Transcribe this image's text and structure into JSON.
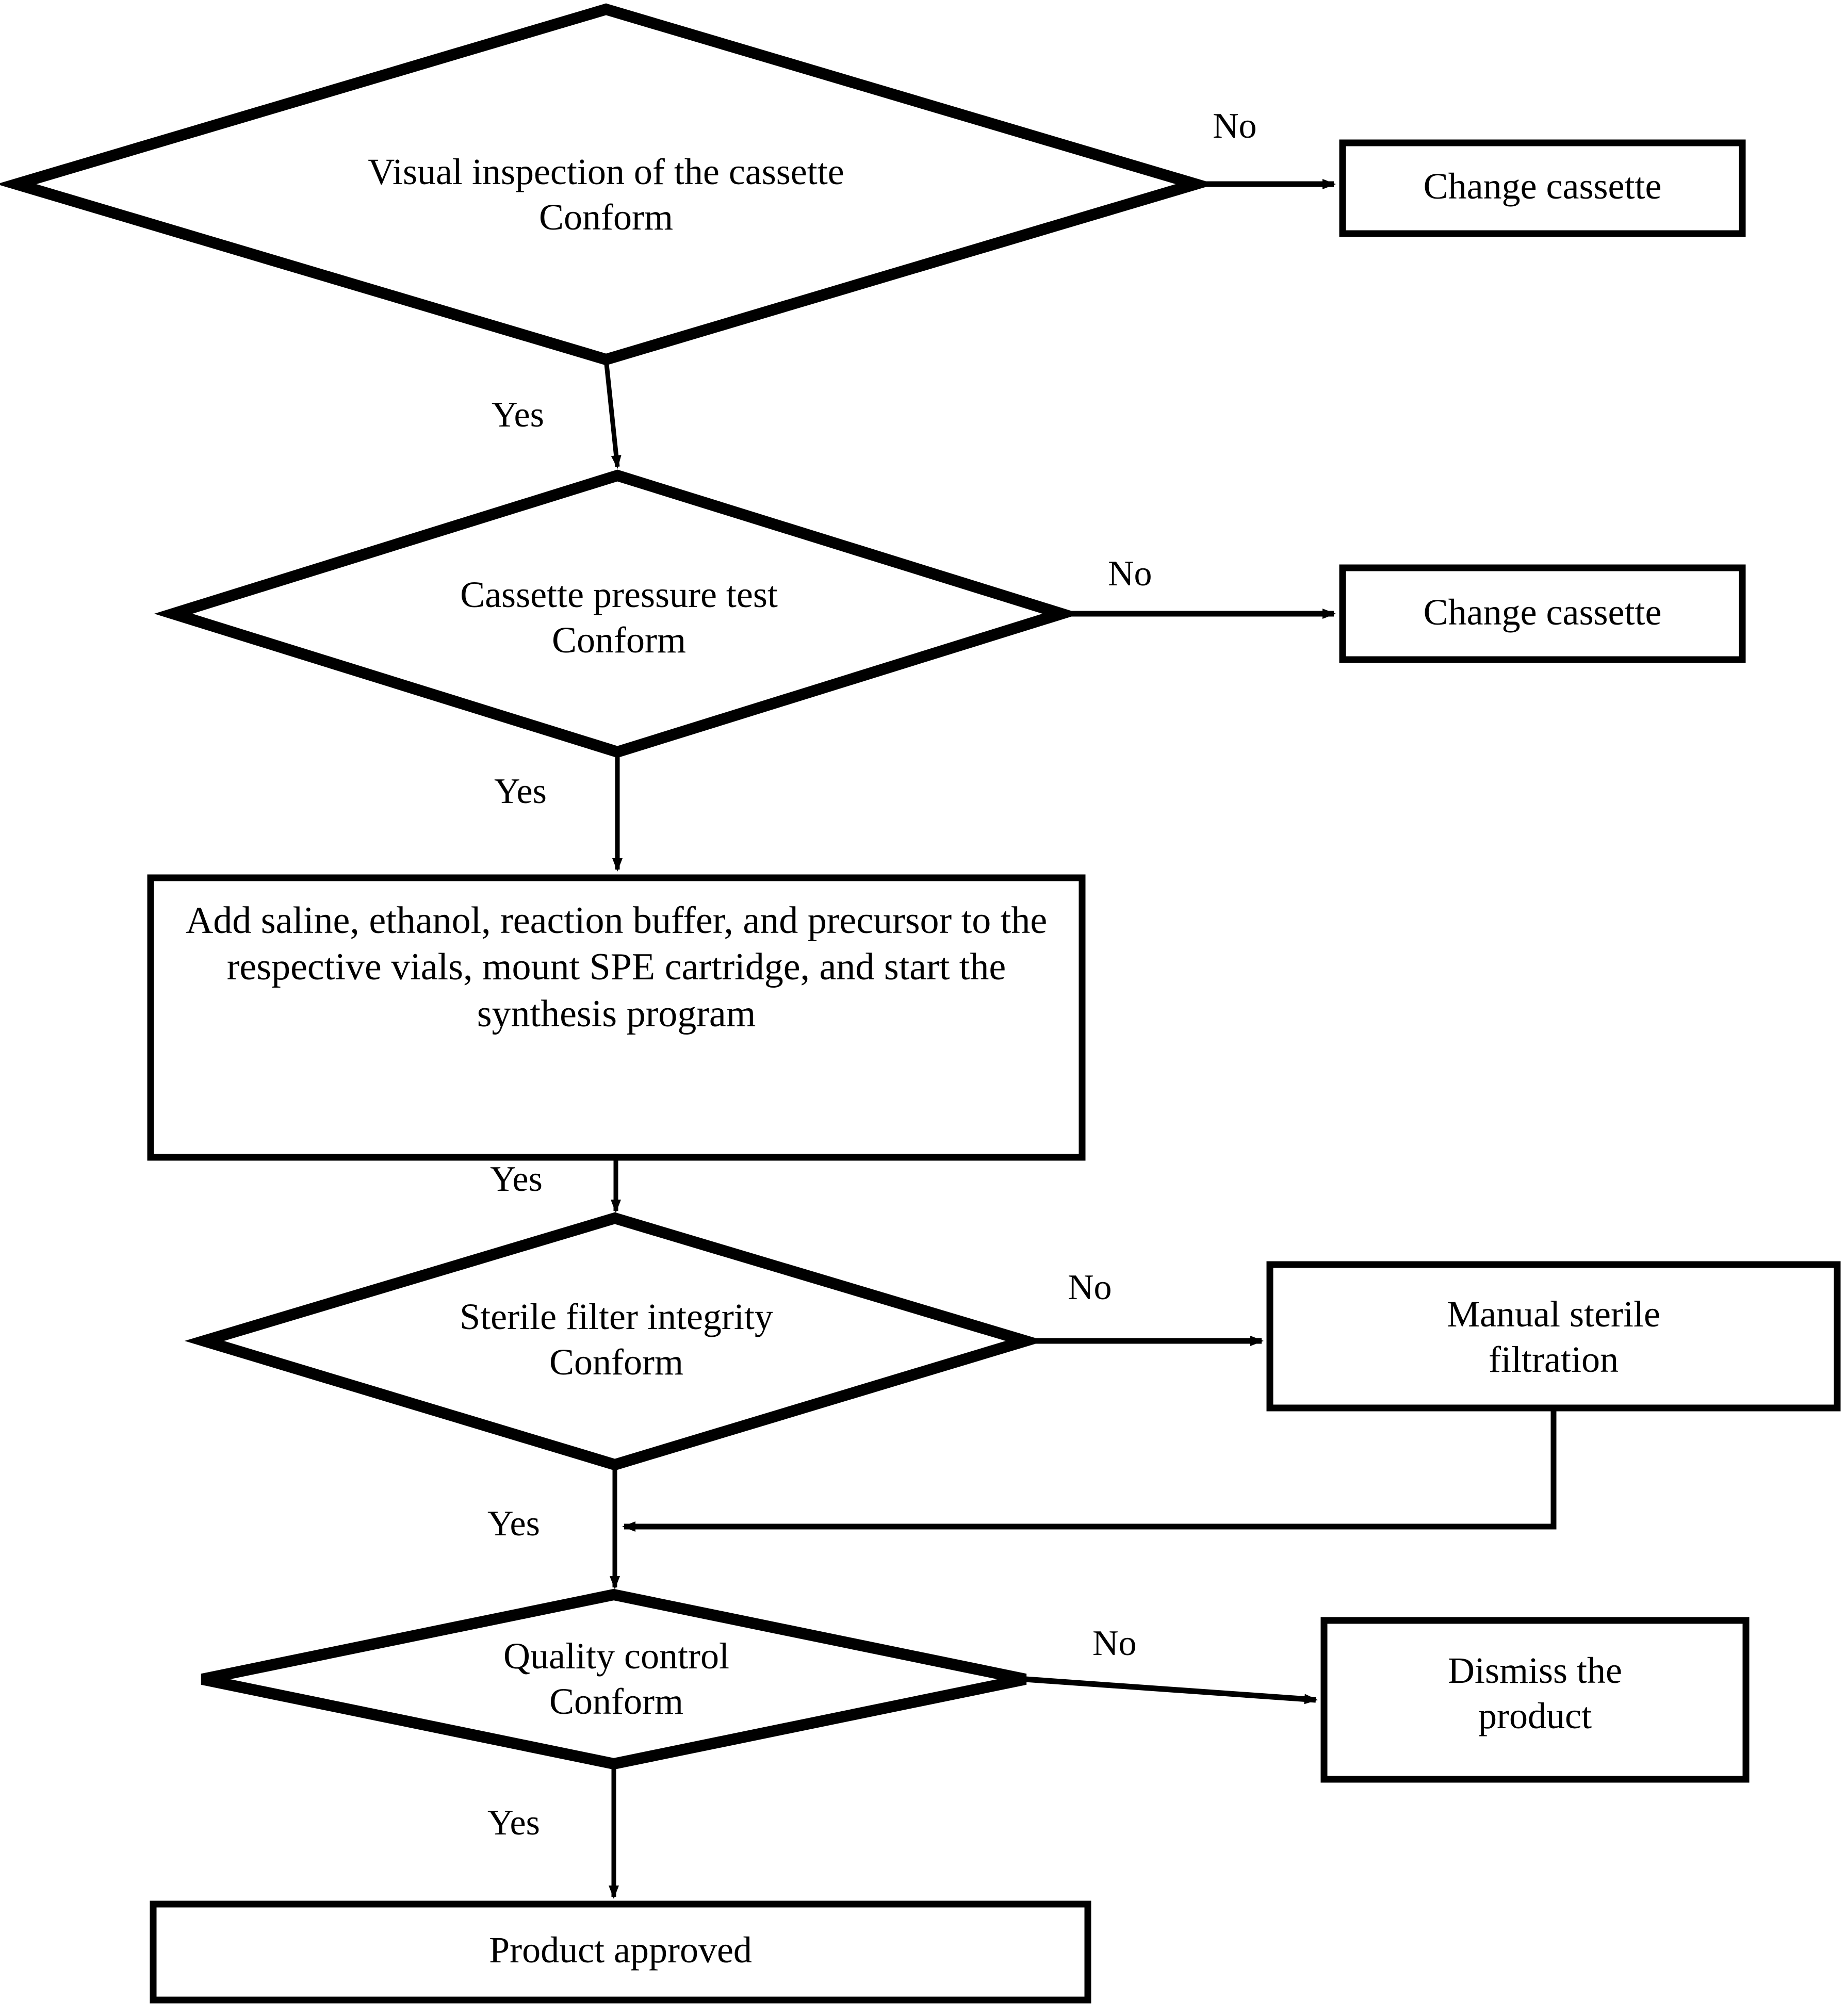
{
  "diagram": {
    "title": "Radiopharmaceutical cassette synthesis quality workflow flowchart",
    "type": "flowchart",
    "background_color": "#ffffff",
    "stroke_color": "#000000",
    "fill_color": "#ffffff",
    "nodes": {
      "visual_inspection": {
        "shape": "decision",
        "line1": "Visual inspection of the cassette",
        "line2": "Conform",
        "text": "Visual inspection of the cassette\nConform"
      },
      "change_cassette_1": {
        "shape": "process",
        "text": "Change cassette"
      },
      "pressure_test": {
        "shape": "decision",
        "line1": "Cassette pressure test",
        "line2": "Conform",
        "text": "Cassette pressure test\nConform"
      },
      "change_cassette_2": {
        "shape": "process",
        "text": "Change cassette"
      },
      "add_reagents": {
        "shape": "process",
        "text": "Add saline, ethanol, reaction buffer, and precursor to the respective vials, mount SPE cartridge, and start the synthesis program"
      },
      "sterile_filter": {
        "shape": "decision",
        "line1": "Sterile filter integrity",
        "line2": "Conform",
        "text": "Sterile filter integrity\nConform"
      },
      "manual_filtration": {
        "shape": "process",
        "text": "Manual sterile\nfiltration"
      },
      "quality_control": {
        "shape": "decision",
        "line1": "Quality control",
        "line2": "Conform",
        "text": "Quality control\nConform"
      },
      "dismiss_product": {
        "shape": "process",
        "text": "Dismiss the\nproduct"
      },
      "product_approved": {
        "shape": "terminator",
        "text": "Product approved"
      }
    },
    "edge_labels": {
      "visual_no": "No",
      "visual_yes": "Yes",
      "pressure_no": "No",
      "pressure_yes": "Yes",
      "process_yes": "Yes",
      "sterile_no": "No",
      "sterile_yes": "Yes",
      "qc_no": "No",
      "qc_yes": "Yes"
    },
    "edges": [
      {
        "from": "visual_inspection",
        "to": "change_cassette_1",
        "label": "No"
      },
      {
        "from": "visual_inspection",
        "to": "pressure_test",
        "label": "Yes"
      },
      {
        "from": "pressure_test",
        "to": "change_cassette_2",
        "label": "No"
      },
      {
        "from": "pressure_test",
        "to": "add_reagents",
        "label": "Yes"
      },
      {
        "from": "add_reagents",
        "to": "sterile_filter",
        "label": "Yes"
      },
      {
        "from": "sterile_filter",
        "to": "manual_filtration",
        "label": "No"
      },
      {
        "from": "sterile_filter",
        "to": "quality_control",
        "label": "Yes"
      },
      {
        "from": "manual_filtration",
        "to": "quality_control",
        "label": ""
      },
      {
        "from": "quality_control",
        "to": "dismiss_product",
        "label": "No"
      },
      {
        "from": "quality_control",
        "to": "product_approved",
        "label": "Yes"
      }
    ]
  }
}
